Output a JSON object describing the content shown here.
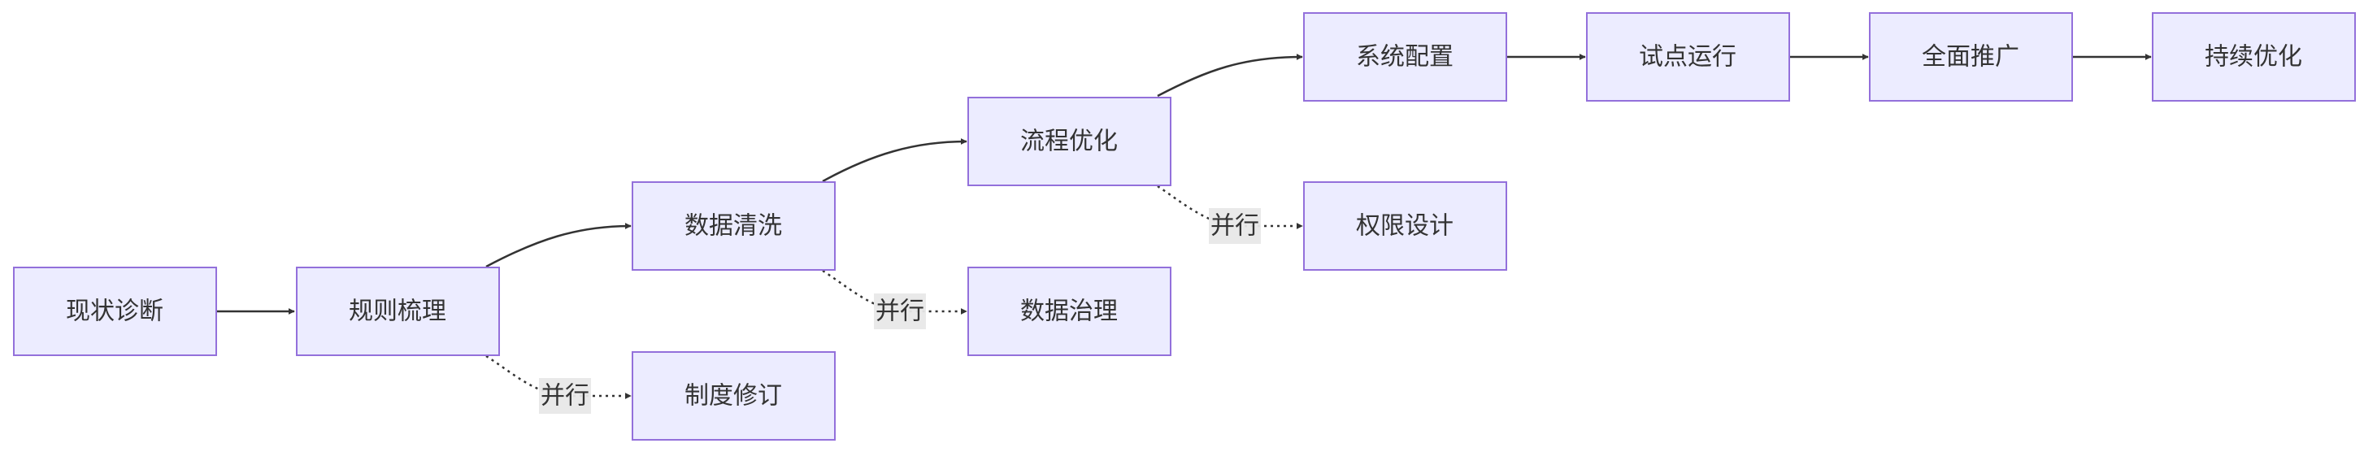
{
  "nodes": [
    {
      "id": "n1",
      "label": "现状诊断"
    },
    {
      "id": "n2",
      "label": "规则梳理"
    },
    {
      "id": "n3",
      "label": "数据清洗"
    },
    {
      "id": "n4",
      "label": "流程优化"
    },
    {
      "id": "n5",
      "label": "系统配置"
    },
    {
      "id": "n6",
      "label": "试点运行"
    },
    {
      "id": "n7",
      "label": "全面推广"
    },
    {
      "id": "n8",
      "label": "持续优化"
    },
    {
      "id": "n9",
      "label": "制度修订"
    },
    {
      "id": "n10",
      "label": "数据治理"
    },
    {
      "id": "n11",
      "label": "权限设计"
    }
  ],
  "edges": [
    {
      "from": "n1",
      "to": "n2",
      "style": "solid",
      "label": ""
    },
    {
      "from": "n2",
      "to": "n3",
      "style": "solid",
      "label": ""
    },
    {
      "from": "n3",
      "to": "n4",
      "style": "solid",
      "label": ""
    },
    {
      "from": "n4",
      "to": "n5",
      "style": "solid",
      "label": ""
    },
    {
      "from": "n5",
      "to": "n6",
      "style": "solid",
      "label": ""
    },
    {
      "from": "n6",
      "to": "n7",
      "style": "solid",
      "label": ""
    },
    {
      "from": "n7",
      "to": "n8",
      "style": "solid",
      "label": ""
    },
    {
      "from": "n2",
      "to": "n9",
      "style": "dotted",
      "label": "并行"
    },
    {
      "from": "n3",
      "to": "n10",
      "style": "dotted",
      "label": "并行"
    },
    {
      "from": "n4",
      "to": "n11",
      "style": "dotted",
      "label": "并行"
    }
  ],
  "colors": {
    "node_fill": "#ECECFF",
    "node_stroke": "#9370DB",
    "edge": "#333333",
    "text": "#333333",
    "edge_label_bg": "#e8e8e8"
  }
}
